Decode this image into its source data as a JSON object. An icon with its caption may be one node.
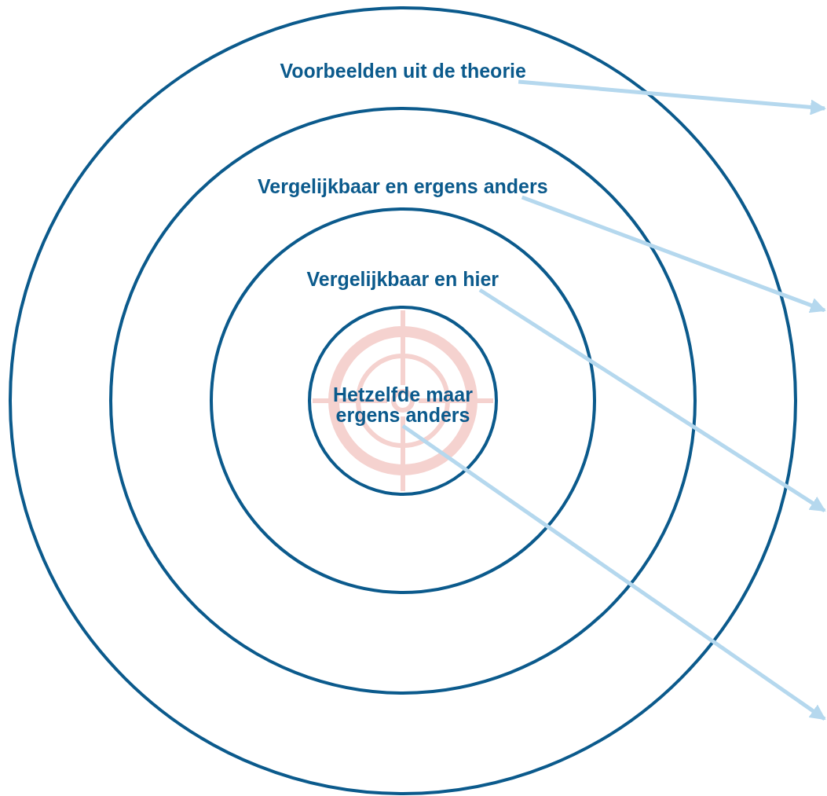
{
  "diagram": {
    "nodes": [
      {
        "text": [],
        "shape": "circle"
      },
      {
        "text": [
          "Voorbeelden uit de theorie"
        ],
        "in": 0
      },
      {
        "text": [],
        "shape": "circle",
        "in": 0
      },
      {
        "text": [
          "Vergelijkbaar en ergens anders"
        ],
        "in": 2
      },
      {
        "text": [],
        "shape": "circle",
        "in": 2
      },
      {
        "text": [
          "Vergelijkbaar en hier"
        ],
        "in": 4
      },
      {
        "text": [],
        "shape": "circle",
        "in": 4
      },
      {
        "text": [
          "Hetzelfde maar ergens anders"
        ],
        "in": 6
      }
    ],
    "edges": [
      {
        "from": 1,
        "to": null,
        "arrow": "to"
      },
      {
        "from": 3,
        "to": null,
        "arrow": "to"
      },
      {
        "from": 5,
        "to": null,
        "arrow": "to"
      },
      {
        "from": 7,
        "to": null,
        "arrow": "to"
      }
    ]
  }
}
